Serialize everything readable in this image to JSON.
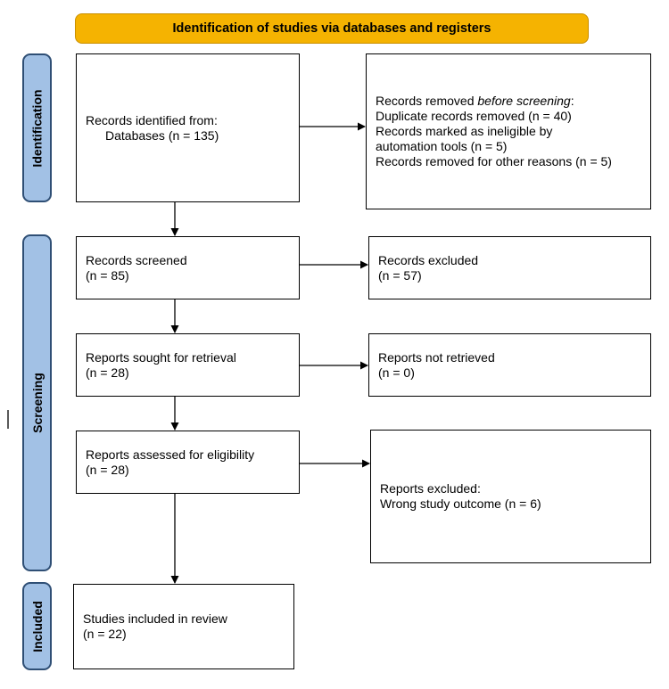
{
  "header": {
    "title": "Identification of studies via databases and registers"
  },
  "stages": {
    "identification": "Identification",
    "screening": "Screening",
    "included": "Included"
  },
  "boxes": {
    "records_identified": {
      "line1": "Records identified from:",
      "line2": "Databases (n = 135)"
    },
    "records_removed": {
      "line1_prefix": "Records removed ",
      "line1_emph": "before screening",
      "line1_suffix": ":",
      "line2": "Duplicate records removed (n = 40)",
      "line3": "Records marked as ineligible by",
      "line4": "automation tools (n = 5)",
      "line5": "Records removed for other reasons (n = 5)"
    },
    "records_screened": {
      "line1": "Records screened",
      "line2": "(n = 85)"
    },
    "records_excluded": {
      "line1": "Records excluded",
      "line2": "(n = 57)"
    },
    "reports_sought": {
      "line1": "Reports sought for retrieval",
      "line2": "(n = 28)"
    },
    "reports_not_retrieved": {
      "line1": "Reports not retrieved",
      "line2": "(n = 0)"
    },
    "reports_assessed": {
      "line1": "Reports assessed for eligibility",
      "line2": "(n = 28)"
    },
    "reports_excluded": {
      "line1": "Reports excluded:",
      "line2": "Wrong study outcome (n = 6)"
    },
    "studies_included": {
      "line1": "Studies included in review",
      "line2": "(n = 22)"
    }
  },
  "colors": {
    "header_fill": "#f5b301",
    "stage_fill": "#a2c1e5",
    "stage_border": "#2f4f75"
  }
}
